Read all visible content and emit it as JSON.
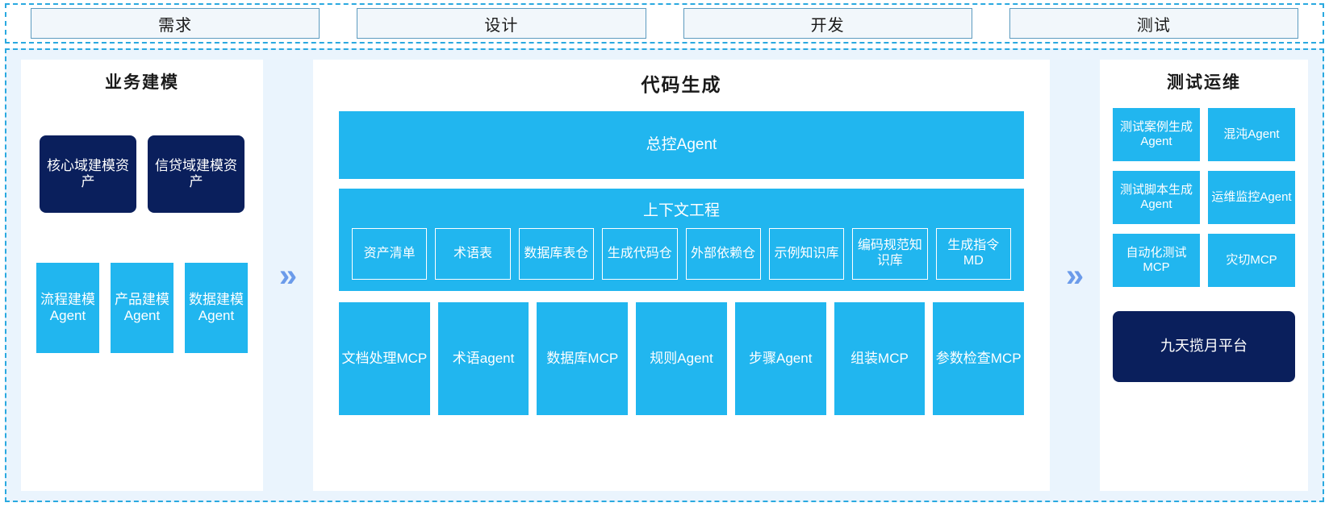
{
  "phases": [
    {
      "label": "需求"
    },
    {
      "label": "设计"
    },
    {
      "label": "开发"
    },
    {
      "label": "测试"
    }
  ],
  "colors": {
    "cyan": "#21b6ef",
    "navy": "#0a1f5c",
    "panel_bg": "#eaf4fd",
    "phase_border": "#5d9bbf",
    "chevron": "#6b9bea"
  },
  "chevrons": {
    "glyph": "»"
  },
  "left_panel": {
    "title": "业务建模",
    "assets": [
      {
        "label": "核心域建模资产"
      },
      {
        "label": "信贷域建模资产"
      }
    ],
    "agents": [
      {
        "label": "流程建模Agent"
      },
      {
        "label": "产品建模Agent"
      },
      {
        "label": "数据建模Agent"
      }
    ]
  },
  "mid_panel": {
    "title": "代码生成",
    "master_agent": "总控Agent",
    "context": {
      "title": "上下文工程",
      "items": [
        {
          "label": "资产清单"
        },
        {
          "label": "术语表"
        },
        {
          "label": "数据库表仓"
        },
        {
          "label": "生成代码仓"
        },
        {
          "label": "外部依赖仓"
        },
        {
          "label": "示例知识库"
        },
        {
          "label": "编码规范知识库"
        },
        {
          "label": "生成指令MD"
        }
      ]
    },
    "tools": [
      {
        "label": "文档处理MCP"
      },
      {
        "label": "术语agent"
      },
      {
        "label": "数据库MCP"
      },
      {
        "label": "规则Agent"
      },
      {
        "label": "步骤Agent"
      },
      {
        "label": "组装MCP"
      },
      {
        "label": "参数检查MCP"
      }
    ]
  },
  "right_panel": {
    "title": "测试运维",
    "items": [
      {
        "label": "测试案例生成Agent"
      },
      {
        "label": "混沌Agent"
      },
      {
        "label": "测试脚本生成Agent"
      },
      {
        "label": "运维监控Agent"
      },
      {
        "label": "自动化测试MCP"
      },
      {
        "label": "灾切MCP"
      }
    ],
    "platform": "九天揽月平台"
  }
}
